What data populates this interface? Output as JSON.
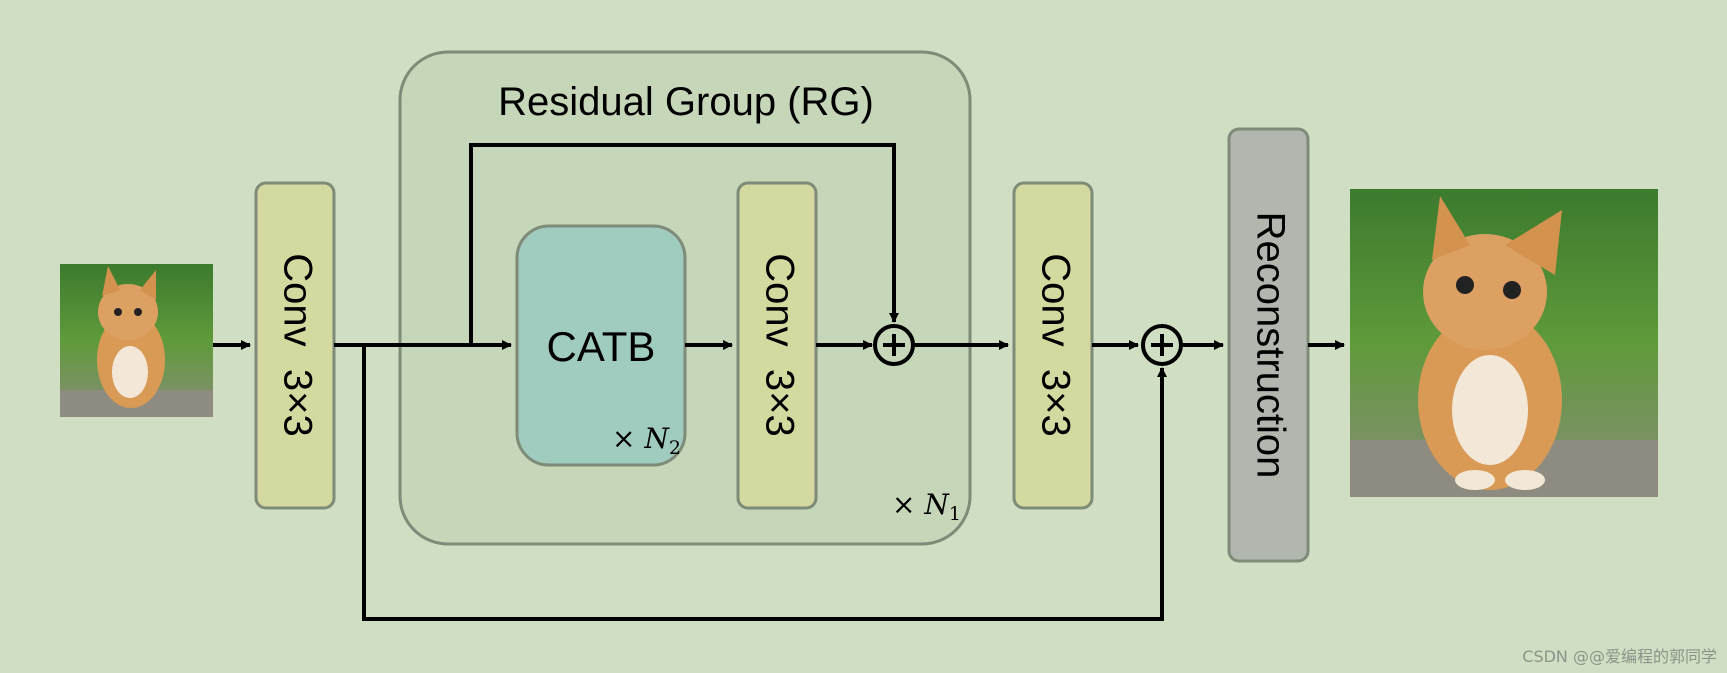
{
  "diagram": {
    "rg_title": "Residual Group (RG)",
    "conv_label": "Conv  3×3",
    "catb_label": "CATB",
    "catb_repeat": "× N",
    "catb_repeat_sub": "2",
    "rg_repeat": "× N",
    "rg_repeat_sub": "1",
    "reconstruction_label": "Reconstruction",
    "input_image": "kitten-small",
    "output_image": "kitten-large"
  },
  "watermark": "CSDN @@爱编程的郭同学",
  "colors": {
    "background": "#d0dfc3",
    "rg_fill": "#c6d6b8",
    "conv_fill": "#d4d99f",
    "catb_fill": "#a0cbbf",
    "recon_fill": "#b1b6ae",
    "border": "#7e8b78"
  }
}
